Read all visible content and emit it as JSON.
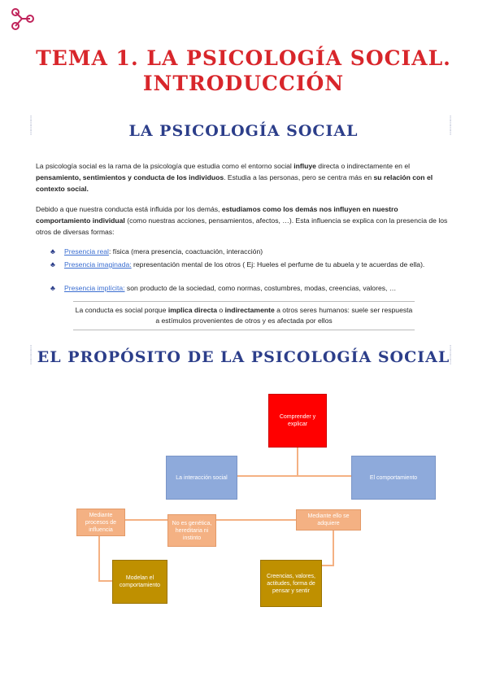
{
  "header": {
    "title_line1": "TEMA 1. LA PSICOLOGÍA SOCIAL.",
    "title_line2": "INTRODUCCIÓN"
  },
  "section1": {
    "heading": "LA PSICOLOGÍA SOCIAL",
    "p1": [
      {
        "t": "La psicología social es la rama de la psicología que estudia como el entorno social "
      },
      {
        "t": "influye",
        "b": true
      },
      {
        "t": " directa o indirectamente en el "
      },
      {
        "t": "pensamiento, sentimientos y conducta de los individuos",
        "b": true
      },
      {
        "t": ". Estudia a las personas, pero se centra más en "
      },
      {
        "t": "su relación con el contexto social.",
        "b": true
      }
    ],
    "p2": [
      {
        "t": "Debido a que nuestra conducta está influida por los demás, "
      },
      {
        "t": "estudiamos como los demás nos influyen en nuestro comportamiento individual",
        "b": true
      },
      {
        "t": " (como nuestras acciones, pensamientos, afectos, …). Esta influencia se explica con la presencia de los otros de diversas formas:"
      }
    ],
    "bullets": [
      {
        "link": "Presencia real",
        "text": ": física (mera presencia, coactuación, interacción)"
      },
      {
        "link": "Presencia imaginada:",
        "text": " representación mental de los otros ( Ej: Hueles el perfume de tu abuela y te acuerdas de ella)."
      },
      {
        "link": "Presencia implícita:",
        "text": " son producto de la sociedad, como normas, costumbres, modas, creencias, valores, …"
      }
    ],
    "quote": [
      {
        "t": "La conducta es social porque "
      },
      {
        "t": "implica directa",
        "b": true
      },
      {
        "t": " o "
      },
      {
        "t": "indirectamente",
        "b": true
      },
      {
        "t": " a otros seres humanos: suele ser respuesta a estímulos provenientes de otros y es afectada por ellos"
      }
    ]
  },
  "section2": {
    "heading": "EL PROPÓSITO DE LA PSICOLOGÍA SOCIAL",
    "diagram": {
      "top": "Comprender y explicar",
      "left_mid": "La interacción social",
      "right_mid": "El comportamiento",
      "orange_left": "Mediante procesos de influencia",
      "orange_center": "No es genética, hereditaria ni instinto",
      "orange_right": "Mediante ello se adquiere",
      "gold_left": "Modelan el comportamiento",
      "gold_right": "Creencias, valores, actitudes, forma de pensar y sentir"
    }
  },
  "colors": {
    "title_red": "#d8262b",
    "heading_blue": "#2c3e8a",
    "link_blue": "#3b6ed1",
    "box_red": "#ff0000",
    "box_blue": "#8eaadb",
    "box_orange": "#f4b183",
    "box_gold": "#bf9000",
    "connector": "#f4b183"
  },
  "icons": {
    "logo": "triple-circle-logo-icon",
    "bullet": "clover-bullet-icon",
    "decor": "dotted-bracket-icon"
  }
}
